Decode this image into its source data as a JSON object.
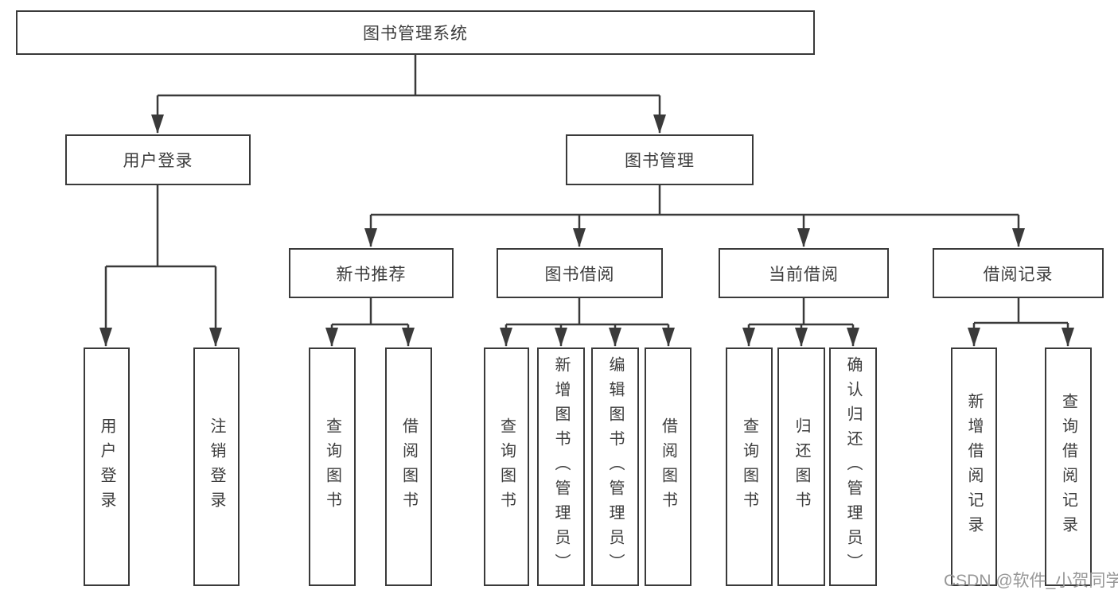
{
  "tree": {
    "label": "图书管理系统",
    "children": [
      {
        "label": "用户登录",
        "children": [
          {
            "label": "用户登录"
          },
          {
            "label": "注销登录"
          }
        ]
      },
      {
        "label": "图书管理",
        "children": [
          {
            "label": "新书推荐",
            "children": [
              {
                "label": "查询图书"
              },
              {
                "label": "借阅图书"
              }
            ]
          },
          {
            "label": "图书借阅",
            "children": [
              {
                "label": "查询图书"
              },
              {
                "label": "新增图书（管理员）"
              },
              {
                "label": "编辑图书（管理员）"
              },
              {
                "label": "借阅图书"
              }
            ]
          },
          {
            "label": "当前借阅",
            "children": [
              {
                "label": "查询图书"
              },
              {
                "label": "归还图书"
              },
              {
                "label": "确认归还（管理员）"
              }
            ]
          },
          {
            "label": "借阅记录",
            "children": [
              {
                "label": "新增借阅记录"
              },
              {
                "label": "查询借阅记录"
              }
            ]
          }
        ]
      }
    ]
  },
  "watermark": {
    "text": "CSDN @软件_小贺同学"
  },
  "colors": {
    "line": "#3a3a3a",
    "text": "#3c3c3c",
    "box_fill": "#ffffff",
    "watermark": "#979797",
    "background": "#ffffff"
  }
}
